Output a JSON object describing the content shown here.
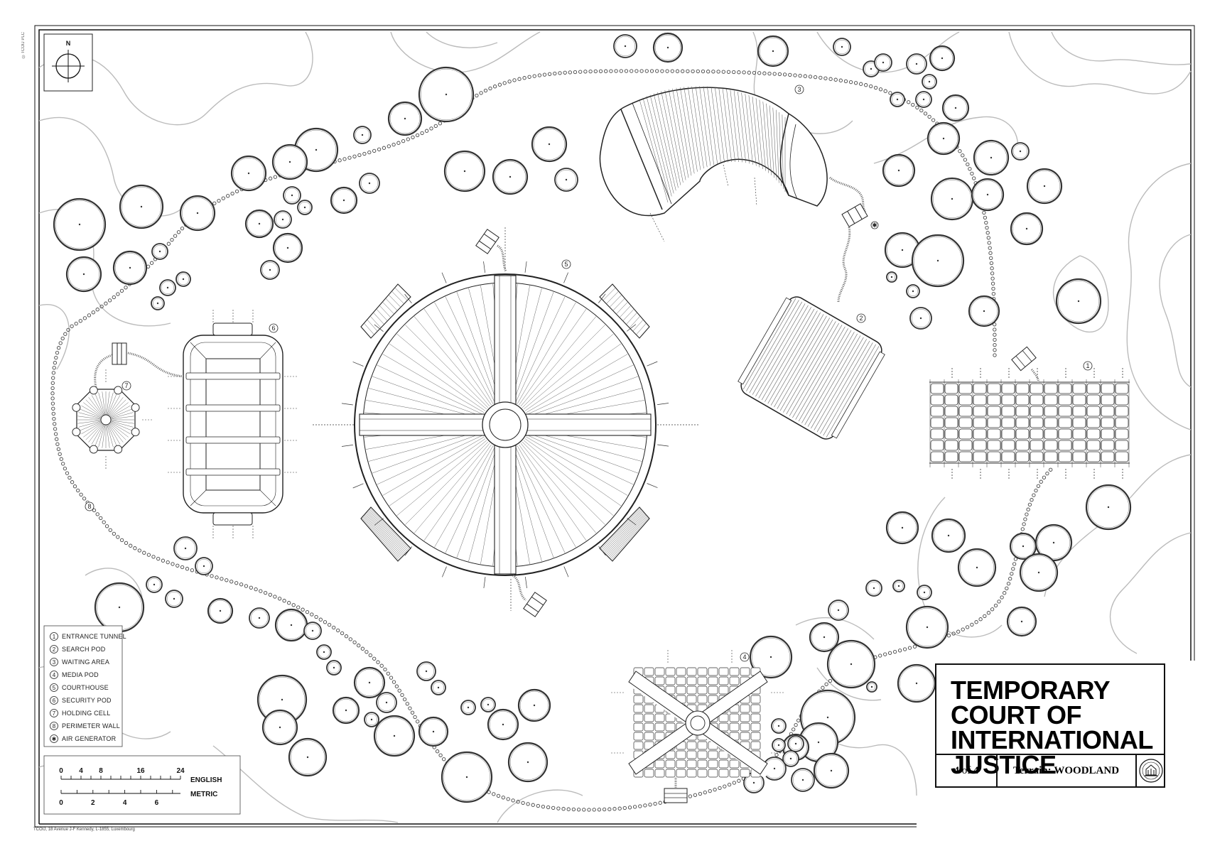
{
  "compass": {
    "label": "N"
  },
  "legend": {
    "items": [
      {
        "mark": "1",
        "label": "ENTRANCE TUNNEL"
      },
      {
        "mark": "2",
        "label": "SEARCH POD"
      },
      {
        "mark": "3",
        "label": "WAITING AREA"
      },
      {
        "mark": "4",
        "label": "MEDIA POD"
      },
      {
        "mark": "5",
        "label": "COURTHOUSE"
      },
      {
        "mark": "6",
        "label": "SECURITY POD"
      },
      {
        "mark": "7",
        "label": "HOLDING CELL"
      },
      {
        "mark": "8",
        "label": "PERIMETER WALL"
      },
      {
        "mark": "✱",
        "label": "AIR GENERATOR"
      }
    ]
  },
  "scale": {
    "english_label": "ENGLISH",
    "metric_label": "METRIC",
    "english_ticks": [
      "0",
      "4",
      "8",
      "16",
      "24"
    ],
    "metric_ticks": [
      "0",
      "2",
      "4",
      "6"
    ]
  },
  "callouts": {
    "entrance_tunnel": "1",
    "search_pod": "2",
    "waiting_area": "3",
    "media_pod": "4",
    "courthouse": "5",
    "security_pod": "6",
    "holding_cell": "7",
    "perimeter_wall": "8",
    "air_generator": "✱"
  },
  "title_block": {
    "title_lines": [
      "TEMPORARY",
      "COURT OF",
      "INTERNATIONAL",
      "JUSTICE"
    ],
    "page_current": "4",
    "page_of": "of",
    "page_total": "4",
    "terrain_label": "Terrain:",
    "terrain_value": "WOODLAND"
  },
  "footer": {
    "address": "TCOIJ, 18 Avenue J-F Kennedy, L-1855, Luxembourg",
    "vertical": "©TCOIJ PLC"
  }
}
